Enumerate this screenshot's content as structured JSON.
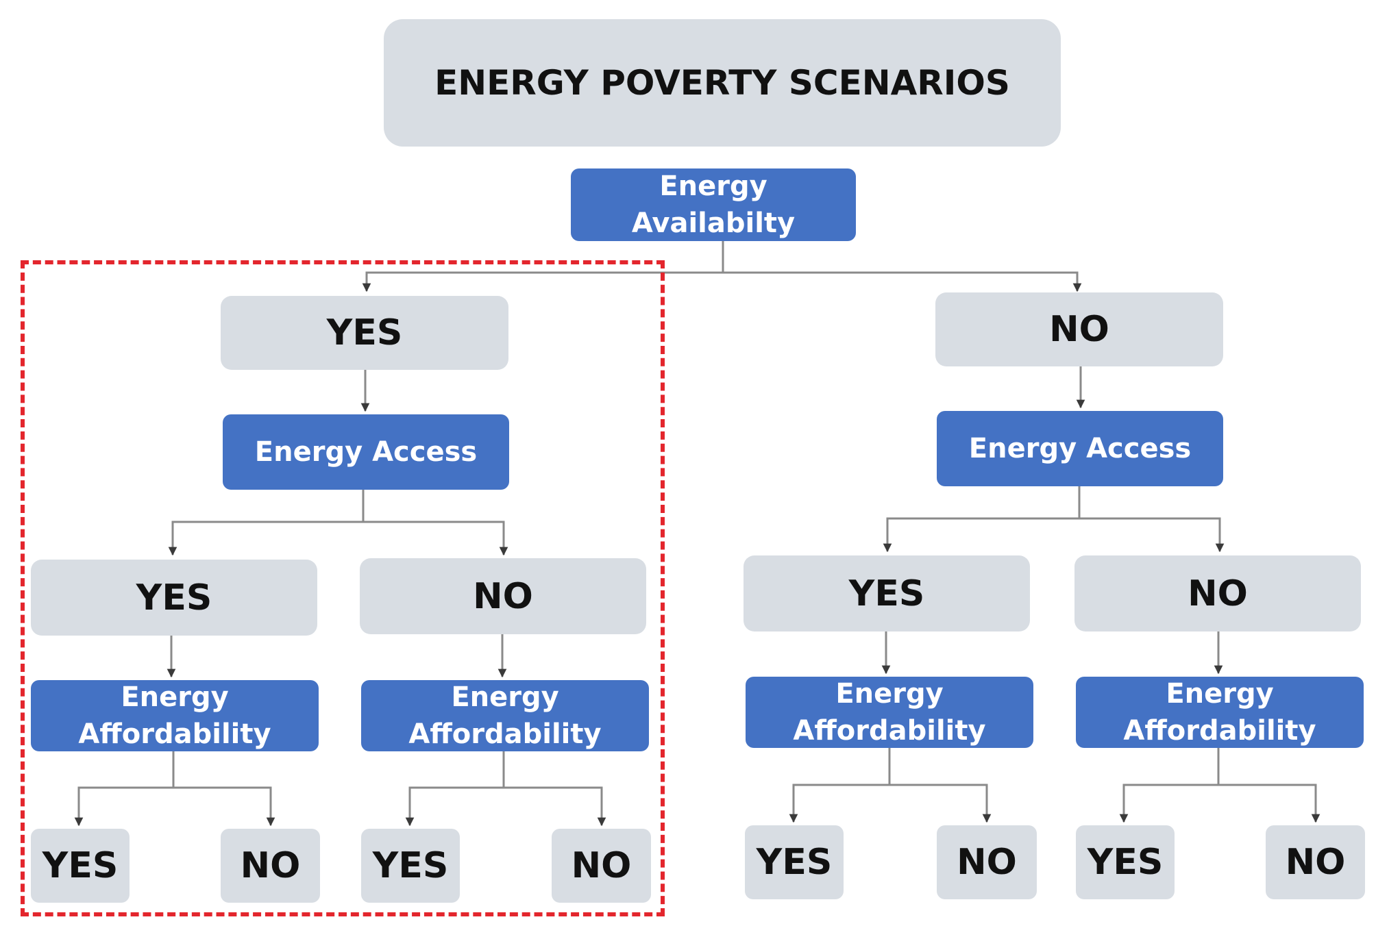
{
  "title": "ENERGY POVERTY SCENARIOS",
  "root": {
    "label": "Energy Availabilty"
  },
  "branches": [
    {
      "answer": "YES",
      "access_label": "Energy Access",
      "sub": [
        {
          "answer": "YES",
          "afford_label": "Energy Affordability",
          "leaves": [
            "YES",
            "NO"
          ]
        },
        {
          "answer": "NO",
          "afford_label": "Energy Affordability",
          "leaves": [
            "YES",
            "NO"
          ]
        }
      ]
    },
    {
      "answer": "NO",
      "access_label": "Energy Access",
      "sub": [
        {
          "answer": "YES",
          "afford_label": "Energy Affordability",
          "leaves": [
            "YES",
            "NO"
          ]
        },
        {
          "answer": "NO",
          "afford_label": "Energy Affordability",
          "leaves": [
            "YES",
            "NO"
          ]
        }
      ]
    }
  ],
  "highlight": {
    "branch": 0,
    "color": "#e3262d",
    "style": "dashed"
  },
  "colors": {
    "grey_box": "#d8dde3",
    "blue_box": "#4472c4",
    "connector": "#8a8a8a",
    "arrowhead": "#3a3a3a"
  }
}
